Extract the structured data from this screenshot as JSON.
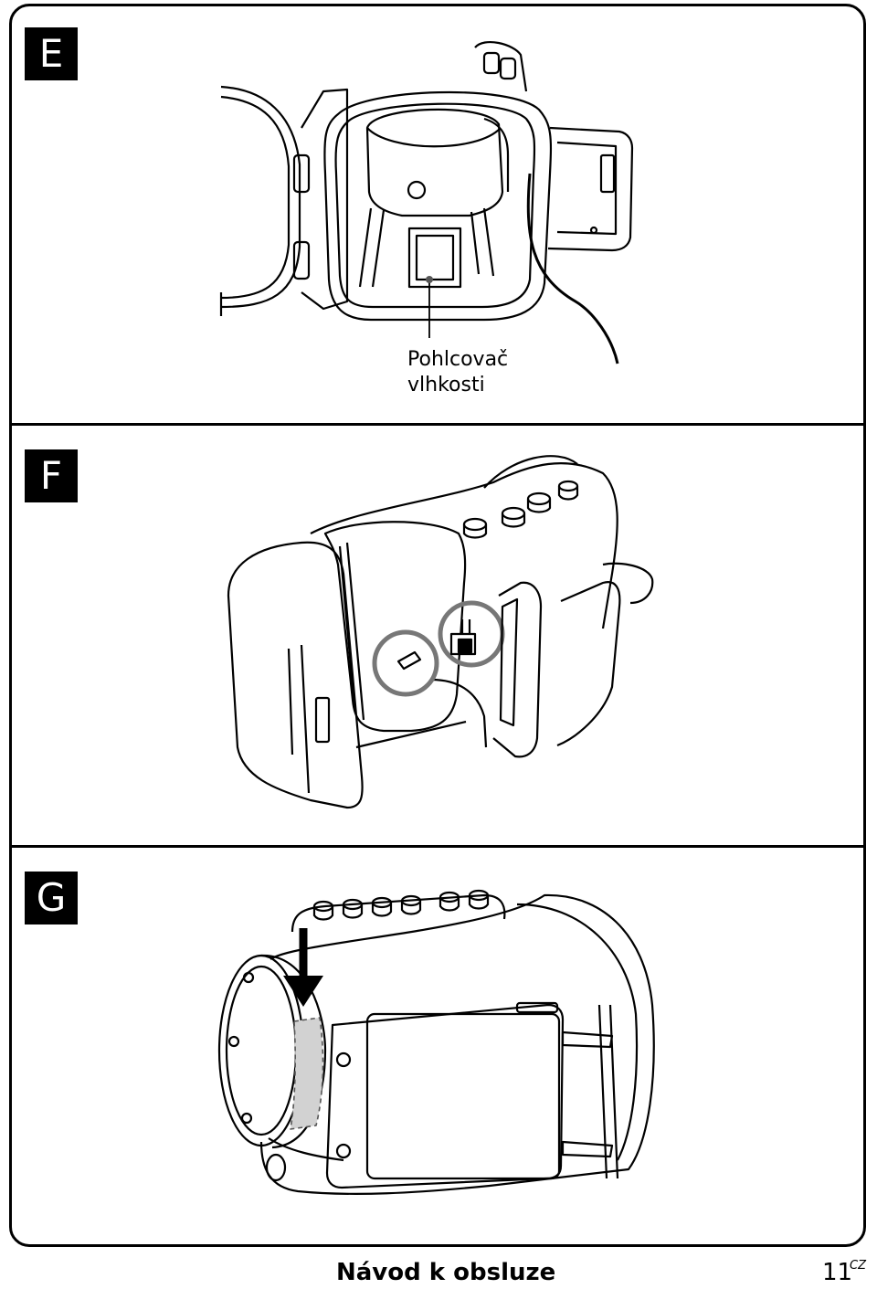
{
  "panels": [
    {
      "letter": "E",
      "callout": [
        "Pohlcovač",
        "vlhkosti"
      ]
    },
    {
      "letter": "F"
    },
    {
      "letter": "G"
    }
  ],
  "footer": {
    "title": "Návod k obsluze",
    "page_number": "11",
    "language_code": "CZ"
  }
}
